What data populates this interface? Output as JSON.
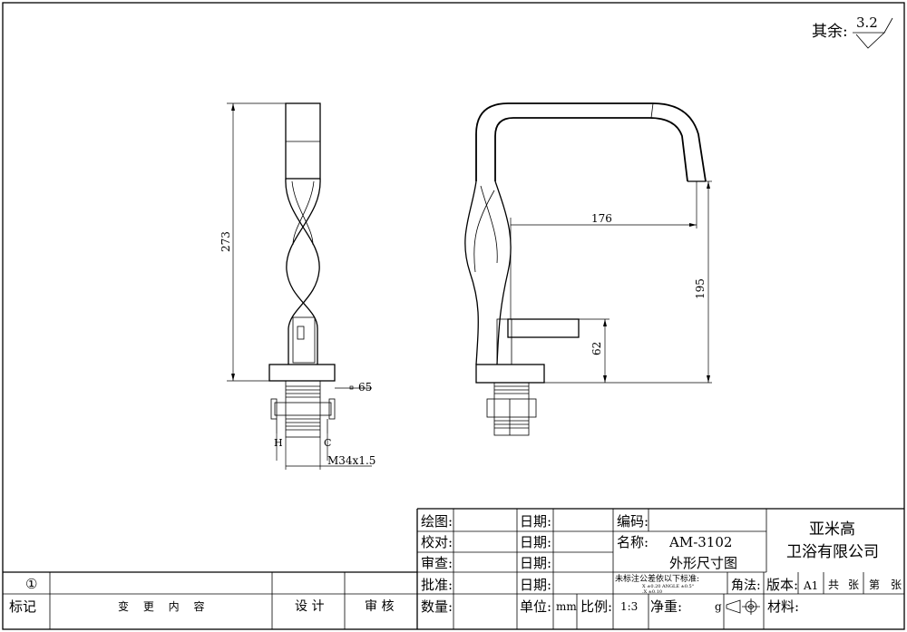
{
  "roughness": {
    "label": "其余:",
    "value": "3.2"
  },
  "dimensions": {
    "height_273": "273",
    "width_65": "65",
    "thread": "M34x1.5",
    "hot": "H",
    "cold": "C",
    "reach_176": "176",
    "height_195": "195",
    "height_62": "62"
  },
  "title_block": {
    "draw_label": "绘图:",
    "check_label": "校对:",
    "review_label": "审查:",
    "approve_label": "批准:",
    "date_label": "日期:",
    "code_label": "编码:",
    "name_label": "名称:",
    "model": "AM-3102",
    "drawing_name": "外形尺寸图",
    "company_line1": "亚米高",
    "company_line2": "卫浴有限公司",
    "tolerance_note": "未标注公差依以下标准:",
    "tolerance_detail1": "X    ±0.20  ANGLE  ±0.5°",
    "tolerance_detail2": ".X    ±0.10",
    "projection_label": "角法:",
    "version_label": "版本:",
    "version_value": "A1",
    "sheets_total": "共",
    "sheets_unit1": "张",
    "sheet_no": "第",
    "sheets_unit2": "张",
    "revision_mark": "①",
    "mark_label": "标记",
    "change_label": "变 更 内 容",
    "design_label": "设 计",
    "audit_label": "审 核",
    "qty_label": "数量:",
    "unit_label": "单位:",
    "unit_value": "mm",
    "scale_label": "比例:",
    "scale_value": "1:3",
    "weight_label": "净重:",
    "weight_unit": "g",
    "material_label": "材料:"
  }
}
